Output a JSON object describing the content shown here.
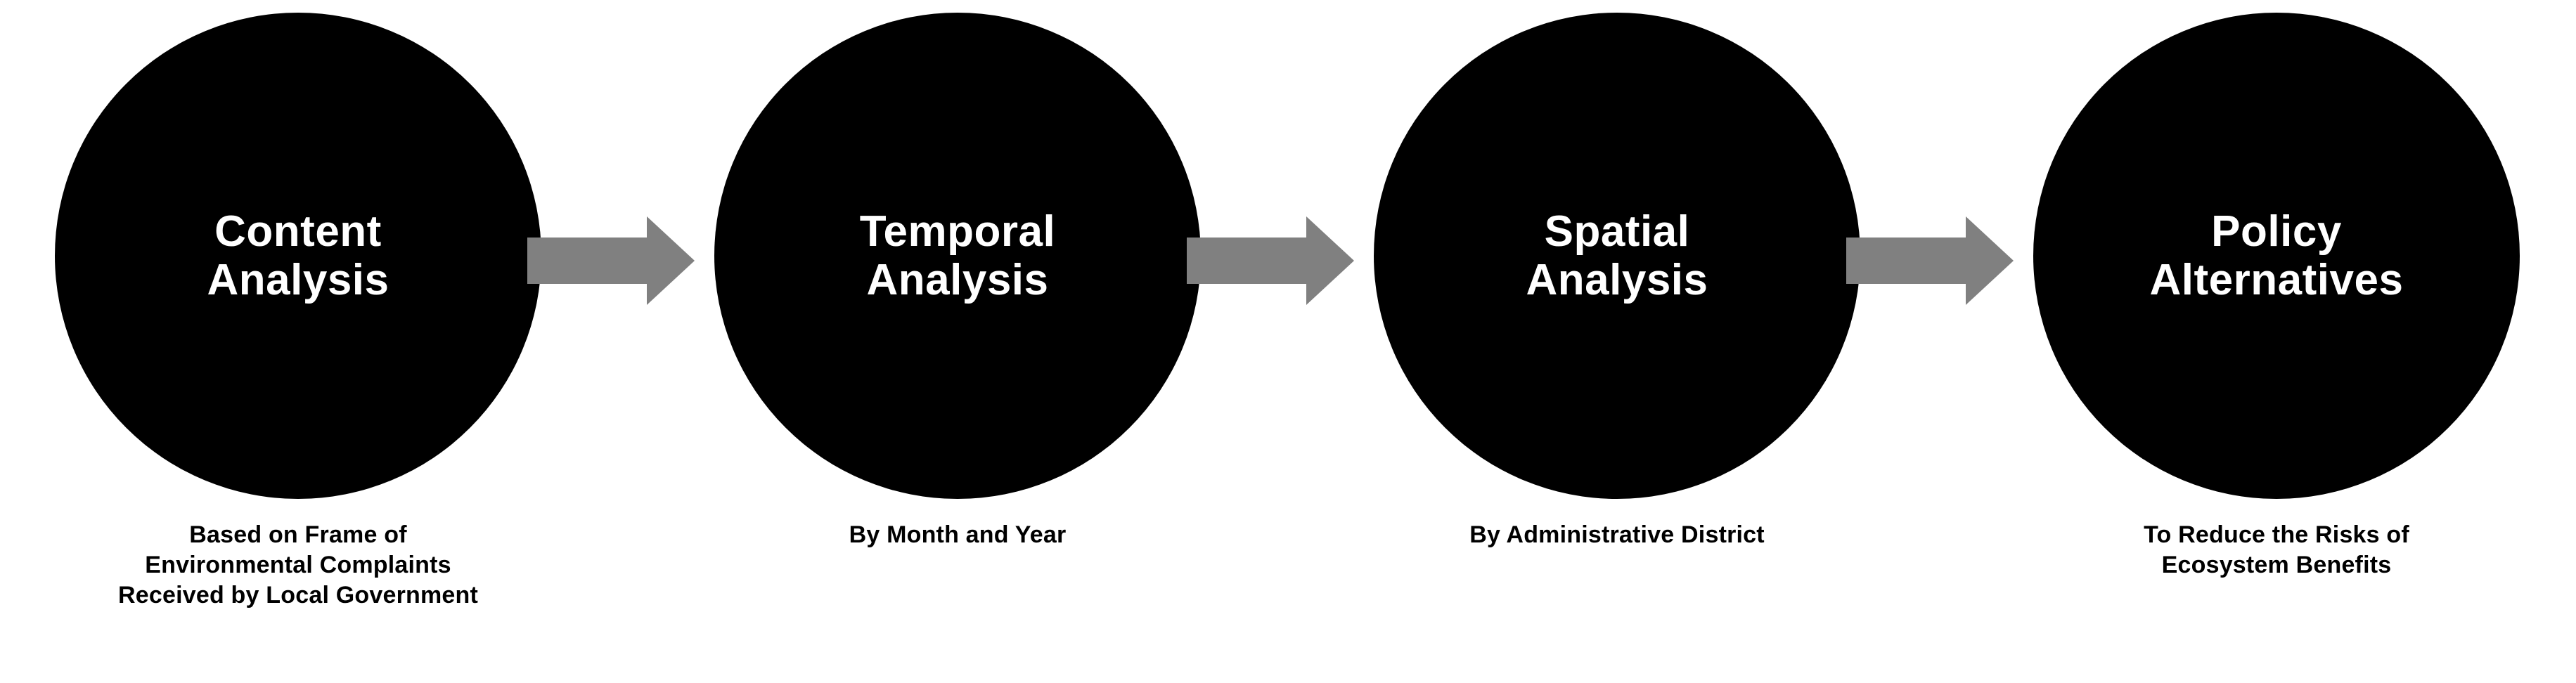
{
  "diagram": {
    "type": "linear-process-flow",
    "orientation": "horizontal",
    "background_color": "#ffffff",
    "node_shape": "circle",
    "node_fill_color": "#000000",
    "node_text_color": "#ffffff",
    "caption_text_color": "#000000",
    "arrow_color": "#808080",
    "stage_count": 4,
    "arrow_count": 3,
    "stages": [
      {
        "index": 1,
        "label": "Content\nAnalysis",
        "caption": "Based on Frame of\nEnvironmental Complaints\nReceived by Local Government"
      },
      {
        "index": 2,
        "label": "Temporal\nAnalysis",
        "caption": "By Month and Year"
      },
      {
        "index": 3,
        "label": "Spatial\nAnalysis",
        "caption": "By Administrative District"
      },
      {
        "index": 4,
        "label": "Policy\nAlternatives",
        "caption": "To Reduce the Risks of\nEcosystem Benefits"
      }
    ],
    "connectors": [
      {
        "index": 1,
        "from": "Content Analysis",
        "to": "Temporal Analysis",
        "icon": "right-arrow-icon"
      },
      {
        "index": 2,
        "from": "Temporal Analysis",
        "to": "Spatial Analysis",
        "icon": "right-arrow-icon"
      },
      {
        "index": 3,
        "from": "Spatial Analysis",
        "to": "Policy Alternatives",
        "icon": "right-arrow-icon"
      }
    ]
  }
}
